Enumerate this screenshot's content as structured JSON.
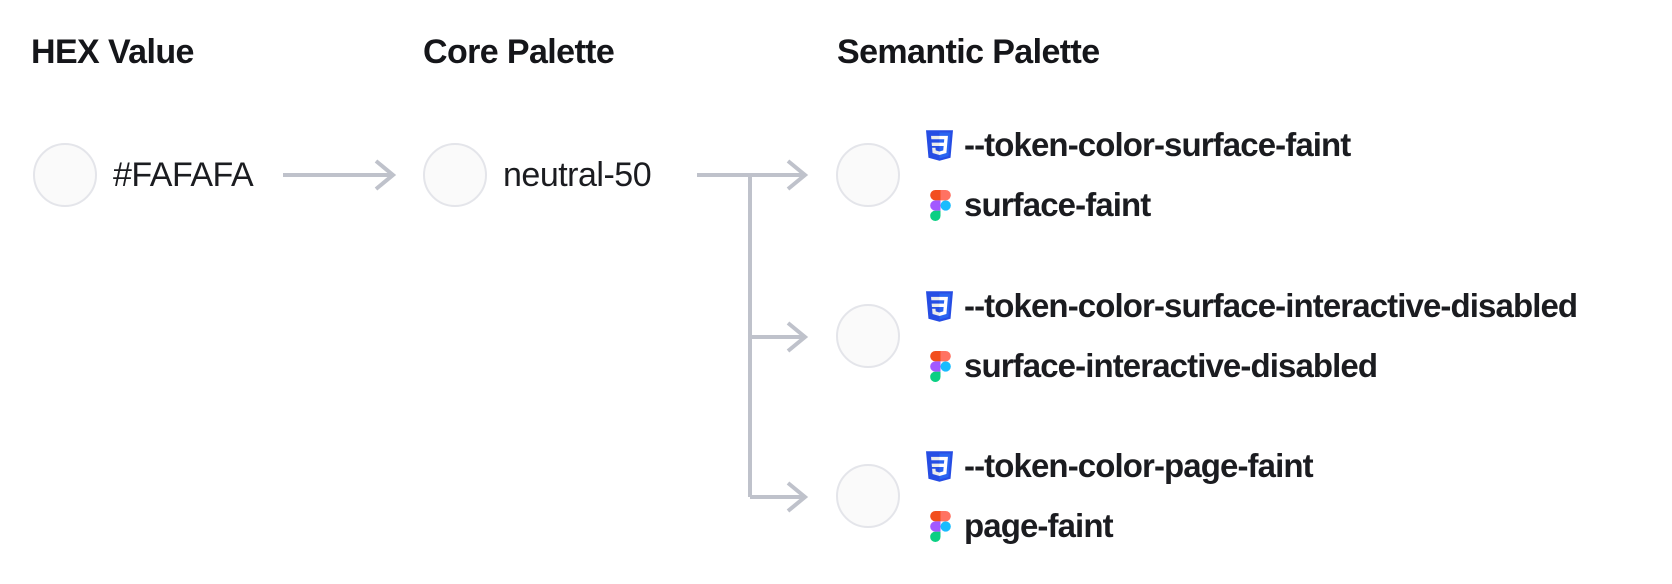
{
  "columns": {
    "hex": {
      "title": "HEX Value"
    },
    "core": {
      "title": "Core Palette"
    },
    "semantic": {
      "title": "Semantic Palette"
    }
  },
  "hex": {
    "value": "#FAFAFA",
    "swatch_hex": "#FAFAFA"
  },
  "core": {
    "name": "neutral-50",
    "swatch_hex": "#FAFAFA"
  },
  "semantic_tokens": [
    {
      "css_variable": "--token-color-surface-faint",
      "figma_name": "surface-faint",
      "swatch_hex": "#FAFAFA"
    },
    {
      "css_variable": "--token-color-surface-interactive-disabled",
      "figma_name": "surface-interactive-disabled",
      "swatch_hex": "#FAFAFA"
    },
    {
      "css_variable": "--token-color-page-faint",
      "figma_name": "page-faint",
      "swatch_hex": "#FAFAFA"
    }
  ],
  "icons": {
    "css": "css3-badge-icon",
    "figma": "figma-logo-icon"
  },
  "colors": {
    "swatch_fill": "#FAFAFA",
    "swatch_border": "#E4E5EA",
    "connector": "#BFC2CB",
    "heading_text": "#15161A",
    "label_text": "#1B1C20",
    "css_badge_blue_dark": "#264DE4",
    "css_badge_blue_light": "#2965F1",
    "figma_orange": "#F24E1E",
    "figma_salmon": "#FF7262",
    "figma_purple": "#A259FF",
    "figma_blue": "#1ABCFE",
    "figma_green": "#0ACF83"
  }
}
